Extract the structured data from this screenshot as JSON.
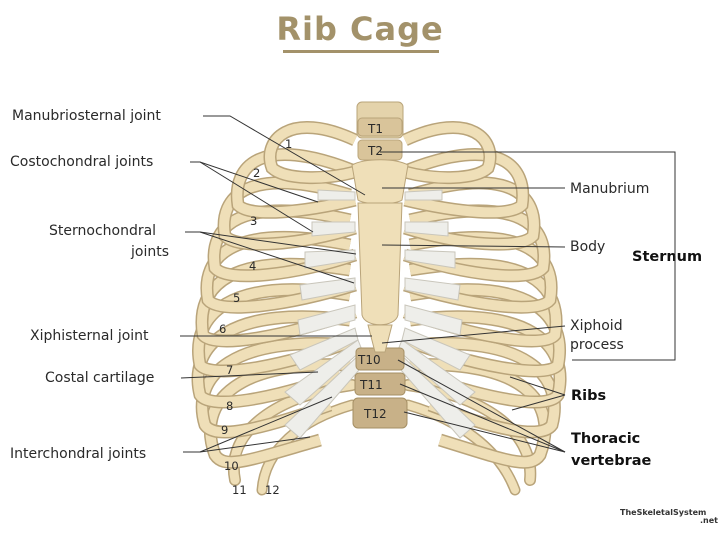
{
  "title": "Rib Cage",
  "labels": {
    "manubriosternal": "Manubriosternal joint",
    "costochondral": "Costochondral joints",
    "sternochondral_1": "Sternochondral",
    "sternochondral_2": "joints",
    "xiphisternal": "Xiphisternal joint",
    "costal_cartilage": "Costal cartilage",
    "interchondral": "Interchondral joints",
    "manubrium": "Manubrium",
    "body": "Body",
    "sternum": "Sternum",
    "xiphoid_1": "Xiphoid",
    "xiphoid_2": "process",
    "ribs": "Ribs",
    "thoracic_1": "Thoracic",
    "thoracic_2": "vertebrae"
  },
  "rib_numbers": [
    "1",
    "2",
    "3",
    "4",
    "5",
    "6",
    "7",
    "8",
    "9",
    "10",
    "11",
    "12"
  ],
  "vertebrae": [
    "T1",
    "T2",
    "T10",
    "T11",
    "T12"
  ],
  "credit_1": "TheSkeletalSystem",
  "credit_2": ".net",
  "colors": {
    "title": "#a3926a",
    "bone": "#efdfb8",
    "bone_edge": "#b9a47a",
    "cartilage": "#eeeeea",
    "vertebra": "#c8b188"
  }
}
